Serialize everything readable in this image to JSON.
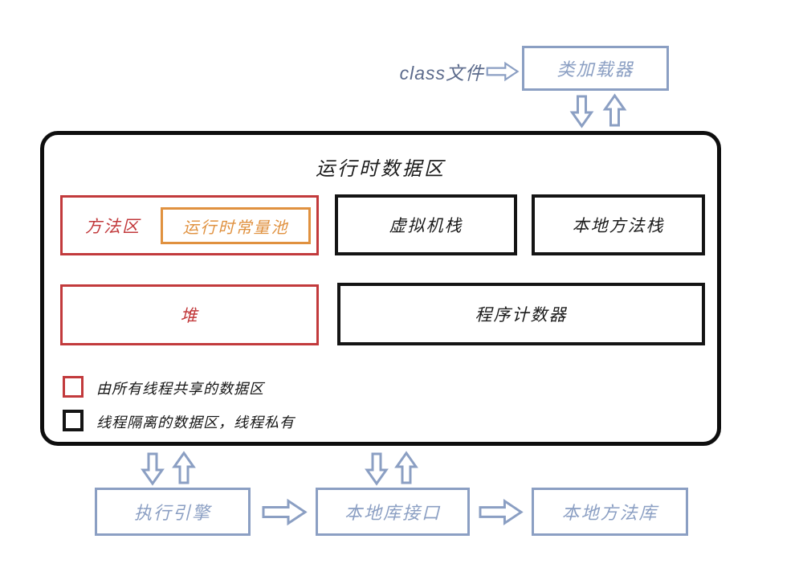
{
  "top": {
    "class_file_label": "class文件",
    "class_loader_label": "类加载器"
  },
  "runtime_area": {
    "title": "运行时数据区",
    "method_area_label": "方法区",
    "constant_pool_label": "运行时常量池",
    "vm_stack_label": "虚拟机栈",
    "native_stack_label": "本地方法栈",
    "heap_label": "堆",
    "program_counter_label": "程序计数器",
    "legend": [
      {
        "type": "shared",
        "label": "由所有线程共享的数据区"
      },
      {
        "type": "private",
        "label": "线程隔离的数据区，线程私有"
      }
    ]
  },
  "bottom": {
    "execution_engine_label": "执行引擎",
    "native_interface_label": "本地库接口",
    "native_library_label": "本地方法库"
  },
  "colors": {
    "shared_red": "#c23a3c",
    "pool_orange": "#e0913f",
    "private_black": "#141414",
    "flow_blue": "#8b9fc3",
    "class_file_text": "#5c6b8c"
  },
  "icons": {
    "right_arrow": "right-arrow-icon",
    "down_arrow": "down-arrow-icon",
    "up_arrow": "up-arrow-icon"
  }
}
